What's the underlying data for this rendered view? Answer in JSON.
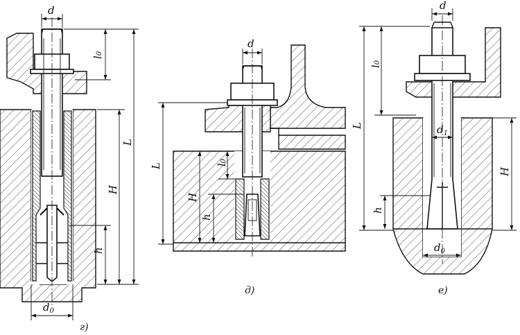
{
  "figures": [
    {
      "caption": "г)",
      "labels": {
        "d": "d",
        "l0": "l",
        "l0_sub": "0",
        "L": "L",
        "H": "H",
        "h": "h",
        "d0": "d",
        "d0_sub": "0"
      }
    },
    {
      "caption": "д)",
      "labels": {
        "d": "d",
        "L": "L",
        "H": "H",
        "h": "h",
        "l0": "l",
        "l0_sub": "0"
      }
    },
    {
      "caption": "е)",
      "labels": {
        "d": "d",
        "l0": "l",
        "l0_sub": "0",
        "L": "L",
        "d1": "d",
        "d1_sub": "1",
        "H": "H",
        "h": "h",
        "d0": "d",
        "d0_sub": "0"
      }
    }
  ]
}
